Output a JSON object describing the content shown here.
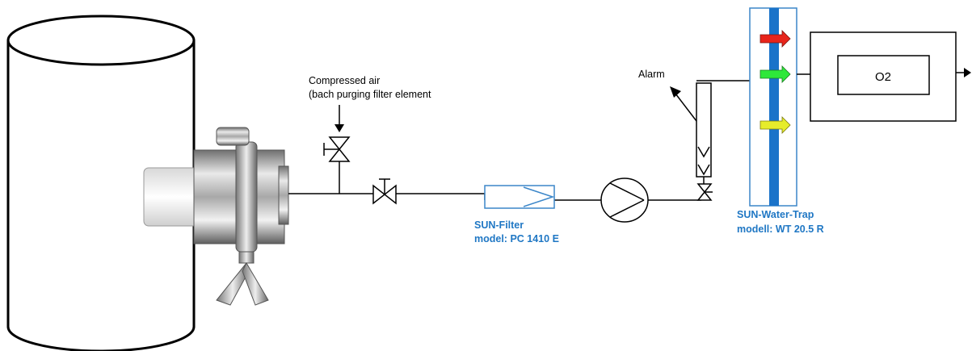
{
  "labels": {
    "compressed_air_line1": "Compressed air",
    "compressed_air_line2": "(bach purging filter element",
    "alarm": "Alarm",
    "filter_name": "SUN-Filter",
    "filter_model": "model: PC 1410 E",
    "watertrap_name": "SUN-Water-Trap",
    "watertrap_model": "modell: WT 20.5 R",
    "analyzer": "O2"
  },
  "colors": {
    "label_blue": "#1f77c4",
    "water_trap_bar": "#1a73c9",
    "arrow_red": "#e8241b",
    "arrow_green": "#2ee83a",
    "arrow_yellow": "#e6ec2b",
    "line": "#000000",
    "filter_outline": "#3b86c9"
  },
  "icons": {
    "tank": "vessel-cylinder-icon",
    "probe": "sampling-probe-clamp-icon",
    "valve": "bowtie-valve-icon",
    "pump": "pump-icon",
    "analyzer": "analyzer-box-icon",
    "alarm": "alarm-arrow-icon"
  }
}
